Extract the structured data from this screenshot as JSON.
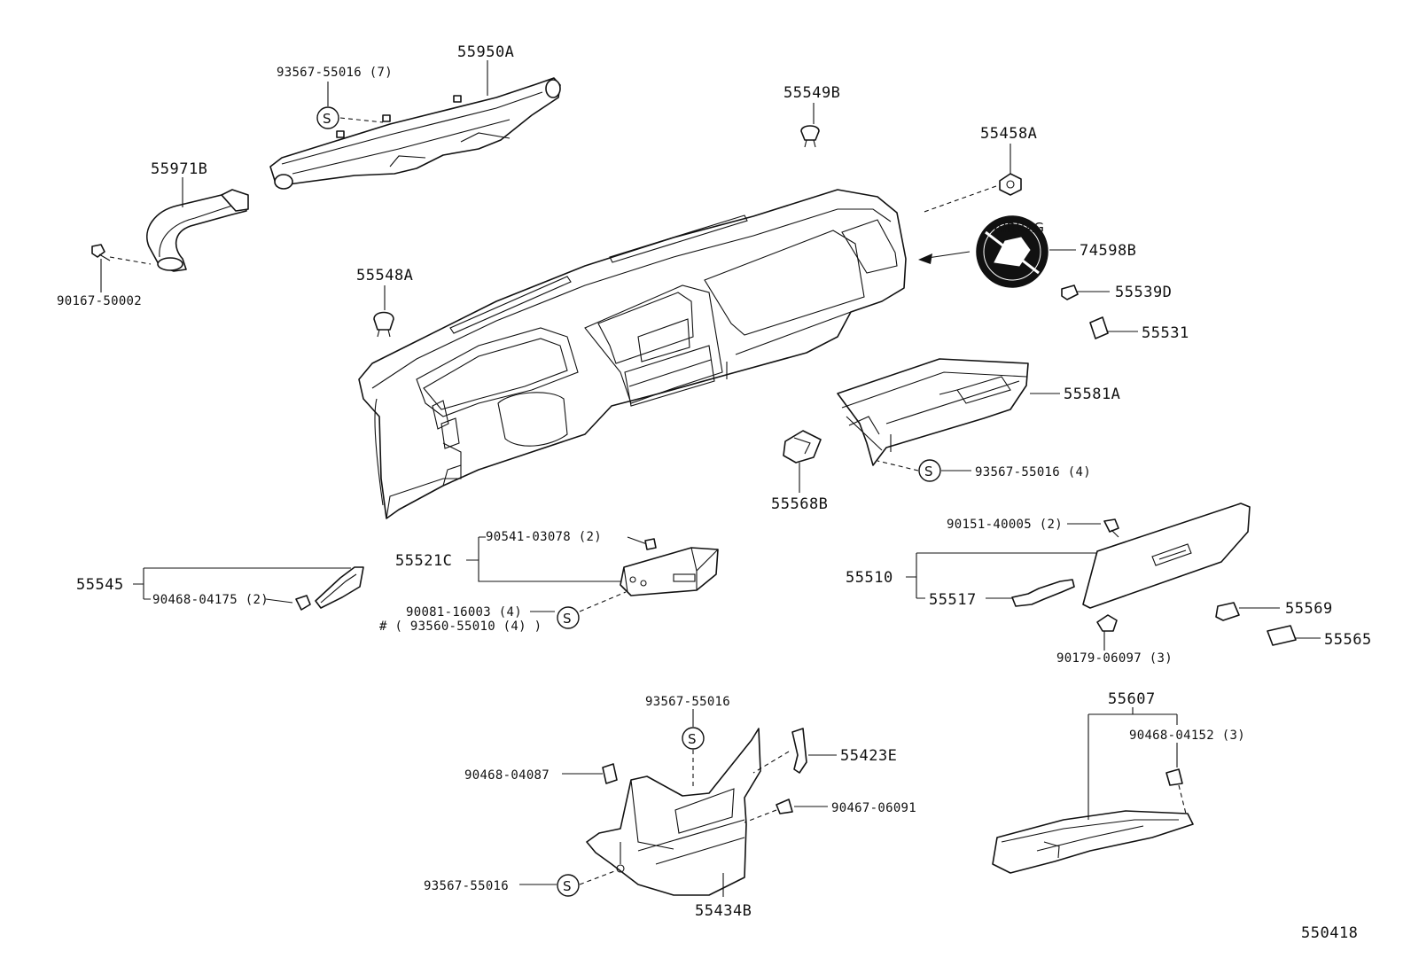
{
  "diagram_id": "550418",
  "callouts": {
    "p55950A": "55950A",
    "p93567_55016_7": "93567-55016 (7)",
    "p55971B": "55971B",
    "p90167_50002": "90167-50002",
    "p55549B": "55549B",
    "p55458A": "55458A",
    "p74598B": "74598B",
    "p55539D": "55539D",
    "p55531": "55531",
    "p55548A": "55548A",
    "p55581A": "55581A",
    "p93567_55016_4": "93567-55016 (4)",
    "p55568B": "55568B",
    "p90151_40005_2": "90151-40005 (2)",
    "p55510": "55510",
    "p55517": "55517",
    "p55569": "55569",
    "p55565": "55565",
    "p90179_06097_3": "90179-06097 (3)",
    "p55545": "55545",
    "p90468_04175_2": "90468-04175 (2)",
    "p55521C": "55521C",
    "p90541_03078_2": "90541-03078 (2)",
    "p90081_16003_4": "90081-16003 (4)",
    "p93560_55010_4": "# ( 93560-55010 (4) )",
    "p93567_55016_top": "93567-55016",
    "p90468_04087": "90468-04087",
    "p55423E": "55423E",
    "p90467_06091": "90467-06091",
    "p93567_55016_bot": "93567-55016",
    "p55434B": "55434B",
    "p55607": "55607",
    "p90468_04152_3": "90468-04152 (3)"
  },
  "screw_symbol": "S",
  "airbag_badge_text": "AIRBAG"
}
